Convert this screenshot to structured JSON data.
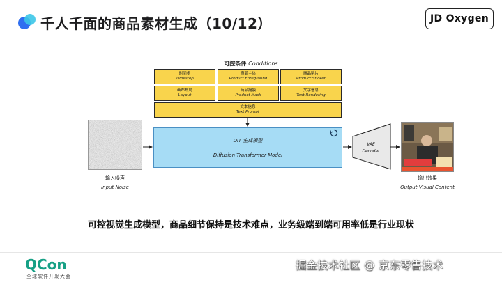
{
  "header": {
    "title": "千人千面的商品素材生成（10/12）",
    "brand_logo_text": "JD Oxygen"
  },
  "conditions": {
    "title_cn": "可控条件",
    "title_en": "Conditions",
    "cells": [
      {
        "cn": "时间步",
        "en": "Timestep"
      },
      {
        "cn": "商品主体",
        "en": "Product Foreground"
      },
      {
        "cn": "商品贴片",
        "en": "Product Sticker"
      },
      {
        "cn": "画布布局",
        "en": "Layout"
      },
      {
        "cn": "商品掩膜",
        "en": "Product Mask"
      },
      {
        "cn": "文字信息",
        "en": "Text Rendering"
      },
      {
        "cn": "文本信息",
        "en": "Text Prompt"
      }
    ]
  },
  "input": {
    "cn": "输入噪声",
    "en": "Input Noise"
  },
  "model": {
    "cn": "DiT 生成模型",
    "en": "Diffusion Transformer Model"
  },
  "decoder": {
    "line1": "VAE",
    "line2": "Decoder"
  },
  "output": {
    "cn": "输出效果",
    "en": "Output Visual Content"
  },
  "subtitle": "可控视觉生成模型，商品细节保持是技术难点，业务级端到端可用率低是行业现状",
  "footer": {
    "logo": "QCon",
    "logo_sub": "全球软件开发大会",
    "watermark": "掘金技术社区 @ 京东零售技术"
  },
  "colors": {
    "condition_fill": "#f9d44c",
    "model_fill": "#a6dcf5",
    "decoder_fill": "#e9e9e9",
    "qcon_green": "#16a085"
  }
}
